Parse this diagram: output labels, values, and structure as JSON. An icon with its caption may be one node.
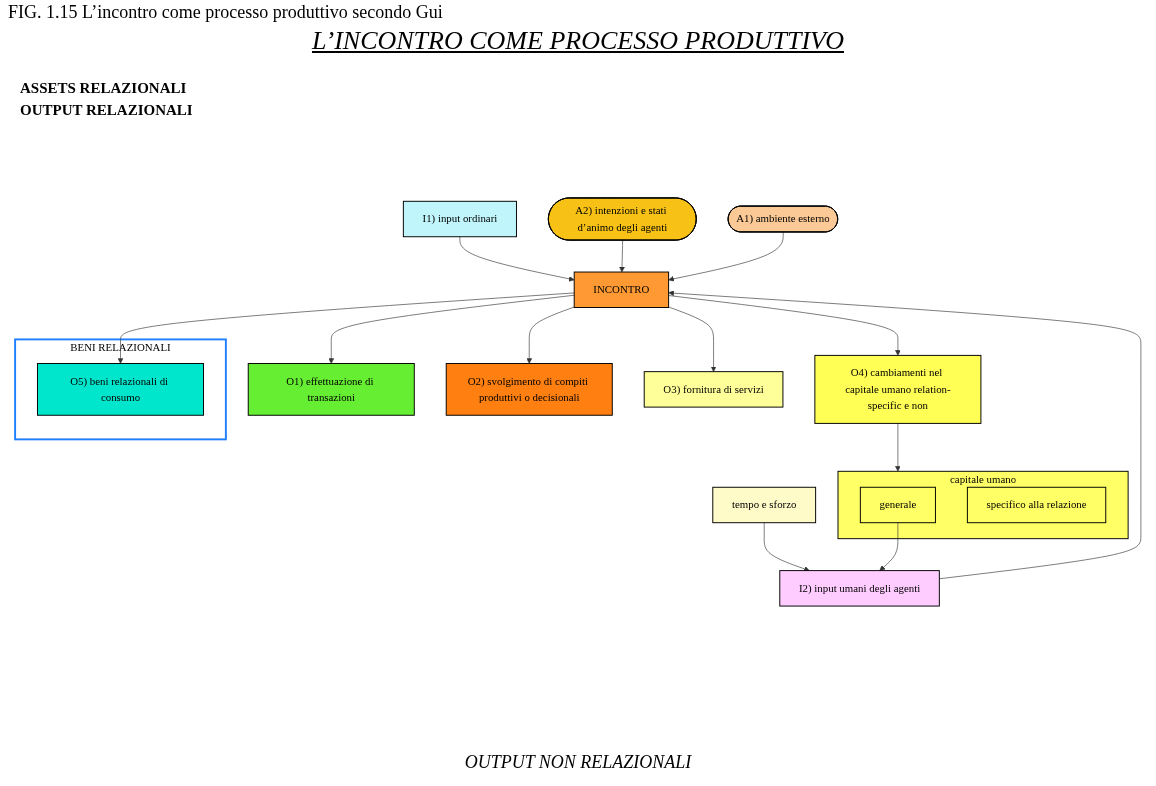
{
  "diagram": {
    "title": "L’INCONTRO COME PROCESSO PRODUTTIVO",
    "caption": "FIG. 1.15 L’incontro come processo produttivo secondo Gui",
    "nodes": [
      {
        "text": [
          "I1) input ordinari"
        ]
      },
      {
        "text": [
          "tempo e sforzo"
        ]
      },
      {
        "text": [
          "capitale umano"
        ]
      },
      {
        "text": [
          "generale"
        ],
        "in": 2
      },
      {
        "text": [
          "specifico alla relazione"
        ],
        "in": 2
      },
      {
        "text": [
          "BENI RELAZIONALI"
        ]
      },
      {
        "text": [
          "A2) intenzioni e stati d’animo degli agenti"
        ]
      },
      {
        "text": [
          "I2) input umani degli agenti"
        ]
      },
      {
        "text": [
          "A1) ambiente esterno"
        ]
      },
      {
        "text": [
          "INCONTRO"
        ]
      },
      {
        "text": [
          "O5) beni relazionali di consumo"
        ],
        "in": 5
      },
      {
        "text": [
          "O1) effettuazione di transazioni"
        ]
      },
      {
        "text": [
          "O2) svolgimento di compiti produttivi o decisionali"
        ]
      },
      {
        "text": [
          "O3) fornitura di servizi"
        ]
      },
      {
        "text": [
          "O4) cambiamenti nel capitale umano relation-specific e non"
        ]
      }
    ],
    "edges": [
      {
        "from": 1,
        "to": 7,
        "arrow": "to"
      },
      {
        "from": 3,
        "to": 7,
        "arrow": "to"
      },
      {
        "from": 0,
        "to": 9,
        "arrow": "to"
      },
      {
        "from": 6,
        "to": 9,
        "arrow": "to"
      },
      {
        "from": 8,
        "to": 9,
        "arrow": "to"
      },
      {
        "from": 7,
        "to": 9,
        "arrow": "to"
      },
      {
        "from": 9,
        "to": 10,
        "arrow": "to"
      },
      {
        "from": 9,
        "to": 11,
        "arrow": "to"
      },
      {
        "from": 9,
        "to": 12,
        "arrow": "to"
      },
      {
        "from": 9,
        "to": 13,
        "arrow": "to"
      },
      {
        "from": 9,
        "to": 14,
        "arrow": "to"
      },
      {
        "from": 14,
        "to": 2,
        "arrow": "to"
      }
    ],
    "labels": [
      "ASSETS RELAZIONALI",
      "OUTPUT RELAZIONALI",
      "OUTPUT NON RELAZIONALI"
    ]
  }
}
